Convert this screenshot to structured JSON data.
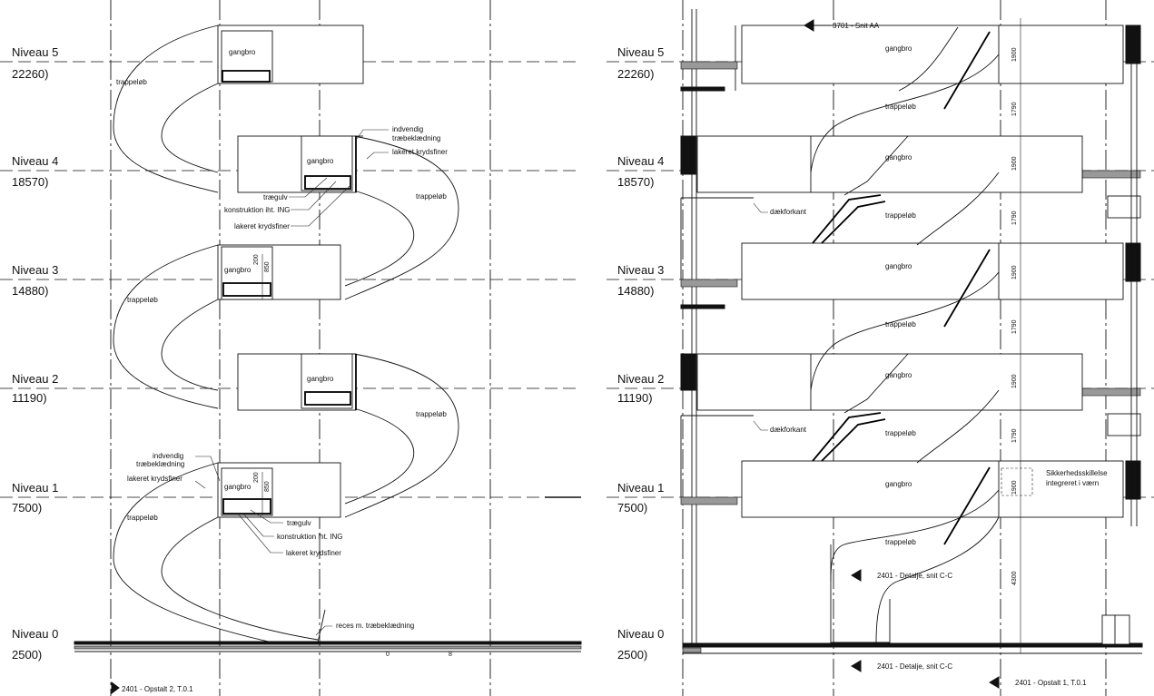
{
  "levels": [
    {
      "name": "Niveau 5",
      "elev": "22260)"
    },
    {
      "name": "Niveau 4",
      "elev": "18570)"
    },
    {
      "name": "Niveau 3",
      "elev": "14880)"
    },
    {
      "name": "Niveau 2",
      "elev": "11190)"
    },
    {
      "name": "Niveau 1",
      "elev": "7500)"
    },
    {
      "name": "Niveau 0",
      "elev": "2500)"
    }
  ],
  "left": {
    "gangbro": "gangbro",
    "trappelob": "trappeløb",
    "indvendig_1": "indvendig",
    "indvendig_2": "træbeklædning",
    "lakeret": "lakeret krydsfiner",
    "traegulv": "trægulv",
    "konstruktion": "konstruktion iht. ING",
    "reces": "reces m. træbeklædning",
    "dim_200": "200",
    "dim_850": "850",
    "ref_bottom": "2401 - Opstalt 2, T.0.1",
    "tick_0": "0",
    "tick_8": "8"
  },
  "right": {
    "snit_aa": "3701 - Snit AA",
    "gangbro": "gangbro",
    "trappelob": "trappeløb",
    "daekforkant": "dækforkant",
    "sikkerhed_1": "Sikkerhedsskillelse",
    "sikkerhed_2": "integreret i værn",
    "detalje_cc": "2401 - Detalje, snit C-C",
    "ref_bottom": "2401 - Opstalt 1, T.0.1",
    "dim_1900": "1900",
    "dim_1790": "1790",
    "dim_4300": "4300"
  }
}
